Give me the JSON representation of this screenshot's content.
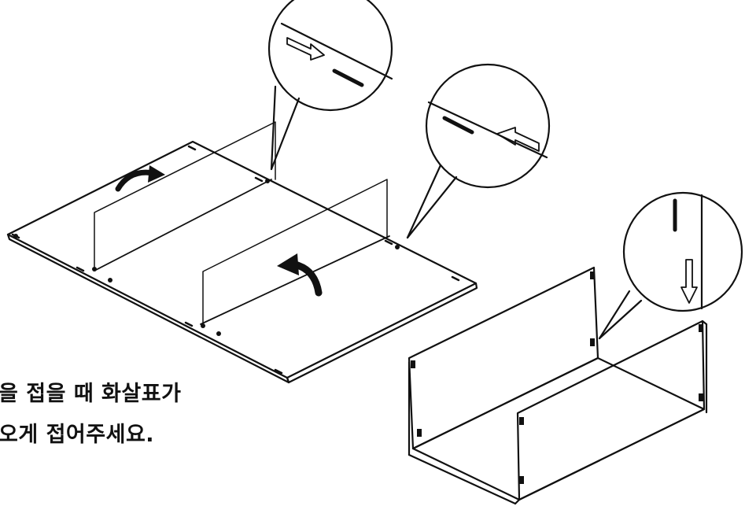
{
  "instruction": {
    "line1": "을 접을 때 화살표가",
    "line2": "오게 접어주세요."
  },
  "colors": {
    "ink": "#111111",
    "background": "#ffffff"
  },
  "figures": {
    "flat_board": "unfolded-board",
    "folded_box": "folded-box",
    "callouts": [
      "callout-top-left",
      "callout-top-right",
      "callout-right"
    ]
  }
}
